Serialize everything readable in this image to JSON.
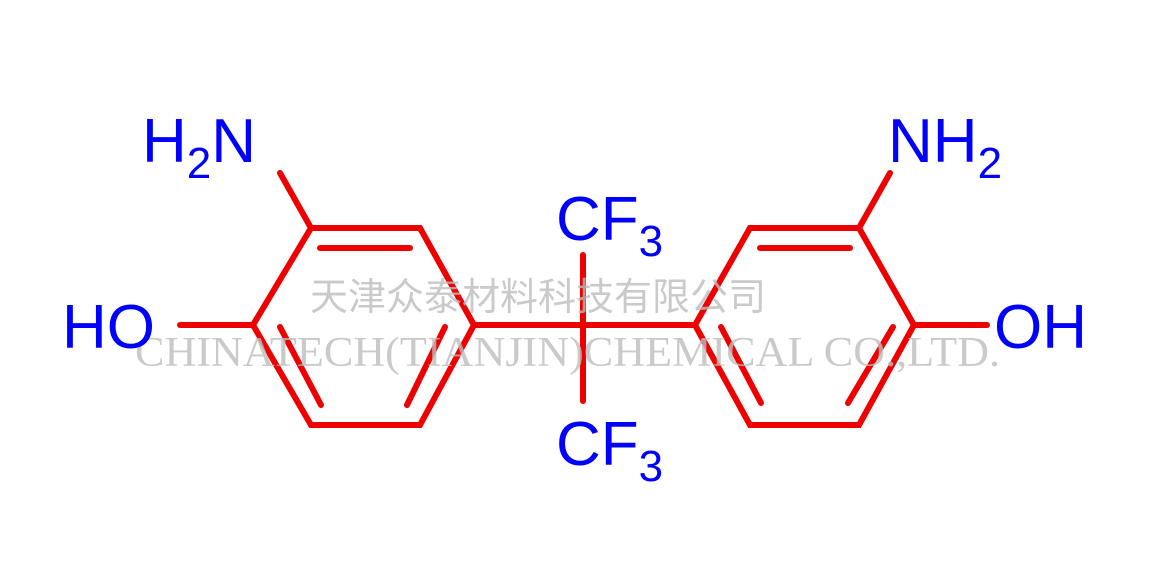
{
  "labels": {
    "amine_left": {
      "main": "H",
      "sub": "2",
      "tail": "N"
    },
    "amine_right": {
      "main": "NH",
      "sub": "2"
    },
    "hydroxyl_left": "HO",
    "hydroxyl_right": "OH",
    "cf3_top": {
      "main": "CF",
      "sub": "3"
    },
    "cf3_bottom": {
      "main": "CF",
      "sub": "3"
    }
  },
  "watermark": {
    "chinese": "天津众泰材料科技有限公司",
    "english": "CHINATECH(TIANJIN)CHEMICAL CO.,LTD."
  },
  "colors": {
    "bond": "#ee0000",
    "atom_label": "#0000ff",
    "watermark": "#bdbdbd"
  }
}
